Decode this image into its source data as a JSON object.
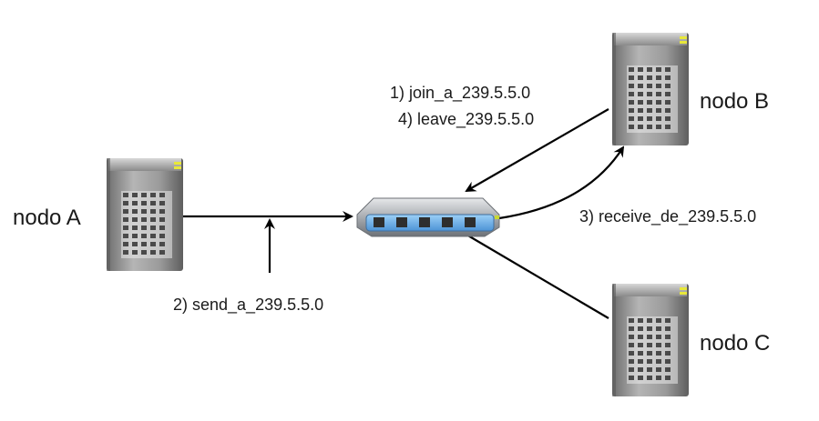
{
  "nodes": {
    "a": {
      "label": "nodo A"
    },
    "b": {
      "label": "nodo B"
    },
    "c": {
      "label": "nodo C"
    }
  },
  "steps": {
    "join": "1) join_a_239.5.5.0",
    "leave": "4) leave_239.5.5.0",
    "send": "2) send_a_239.5.5.0",
    "receive": "3) receive_de_239.5.5.0"
  },
  "colors": {
    "server_body": "#8c8c8c",
    "server_dark": "#5a5a5a",
    "indicator": "#e8e83a",
    "hub_body": "#9ea3a8",
    "hub_ports": "#6fb0e8",
    "hub_led": "#c8d830",
    "lines": "#000000"
  },
  "icons": {
    "server": "server-tower-icon",
    "hub": "network-switch-icon"
  }
}
